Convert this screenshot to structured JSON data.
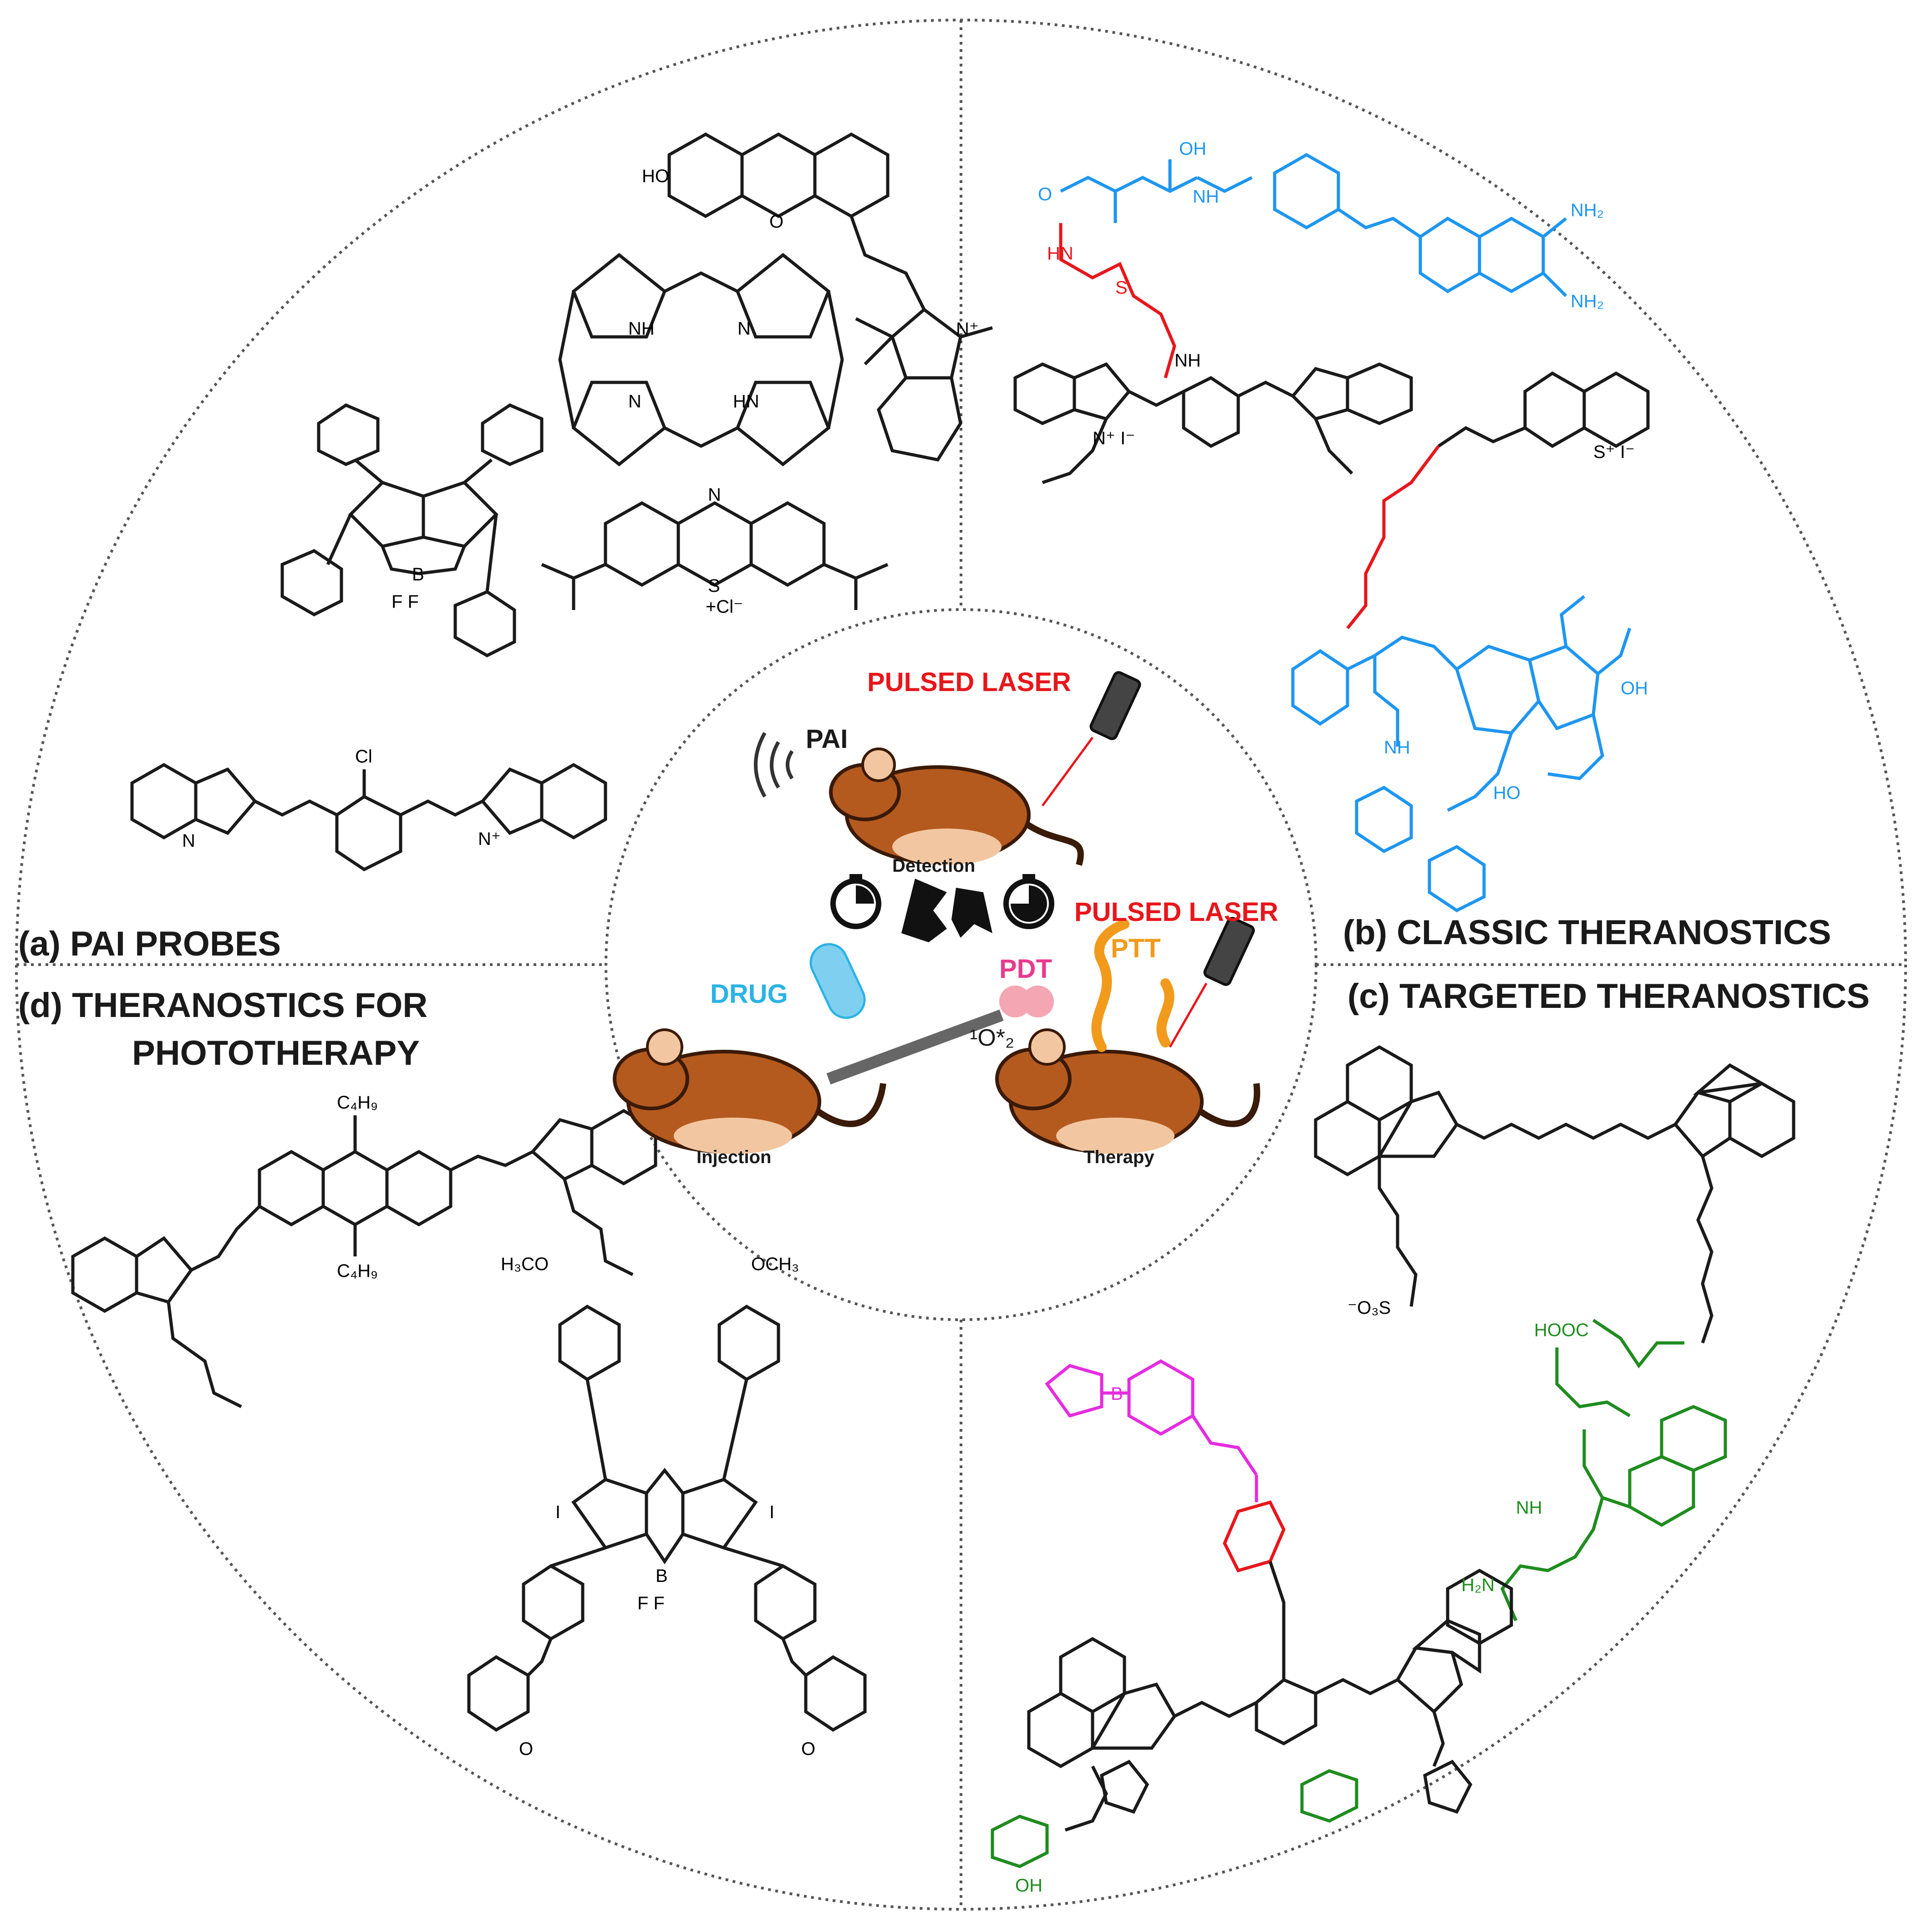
{
  "sections": {
    "a": "(a) PAI PROBES",
    "b": "(b) CLASSIC THERANOSTICS",
    "c": "(c) TARGETED THERANOSTICS",
    "d1": "(d) THERANOSTICS FOR",
    "d2": "PHOTOTHERAPY"
  },
  "center": {
    "pai": "PAI",
    "pulsed_laser_top": "PULSED LASER",
    "detection": "Detection",
    "pulsed_laser_right": "PULSED LASER",
    "ptt": "PTT",
    "pdt": "PDT",
    "singlet_oxygen": "¹O*₂",
    "drug": "DRUG",
    "injection": "Injection",
    "therapy": "Therapy"
  },
  "atoms": {
    "a_ho": "HO",
    "a_o": "O",
    "a_nplus_me": "N⁺",
    "a_nh1": "NH",
    "a_n1": "N",
    "a_n2": "N",
    "a_hn": "HN",
    "a_s_plus": "S",
    "a_cl_minus": "+Cl⁻",
    "a_n_mb": "N",
    "a_bf": "F    F",
    "a_b": "B",
    "a_cl": "Cl",
    "a_ir_n1": "N",
    "a_ir_n2": "N⁺",
    "b_oh": "OH",
    "b_o": "O",
    "b_hn": "HN",
    "b_nh": "NH",
    "b_nh2a": "NH₂",
    "b_nh2b": "NH₂",
    "b_s": "S",
    "b_n_cy": "N⁺ I⁻",
    "b_nh_cy": "NH",
    "b_s_mb": "S⁺ I⁻",
    "b_nh_tx": "NH",
    "b_ho": "HO",
    "b_oh2": "OH",
    "c_so3": "⁻O₃S",
    "c_hooc": "HOOC",
    "c_nh": "NH",
    "c_h2n": "H₂N",
    "c_b": "B",
    "c_oh": "OH",
    "d_c4h9a": "C₄H₉",
    "d_c4h9b": "C₄H₉",
    "d_h3co": "H₃CO",
    "d_och3": "OCH₃",
    "d_i1": "I",
    "d_i2": "I",
    "d_ff": "F   F",
    "d_b": "B",
    "d_o1": "O",
    "d_o2": "O"
  },
  "colors": {
    "black": "#1a1a1a",
    "red": "#e8161b",
    "blue": "#1e96f0",
    "green": "#1f8c1f",
    "magenta": "#e52ce0",
    "orange": "#f29a1c",
    "pink": "#e83b8e",
    "cyan": "#2ab3e6",
    "mouse": "#b45a1e"
  }
}
